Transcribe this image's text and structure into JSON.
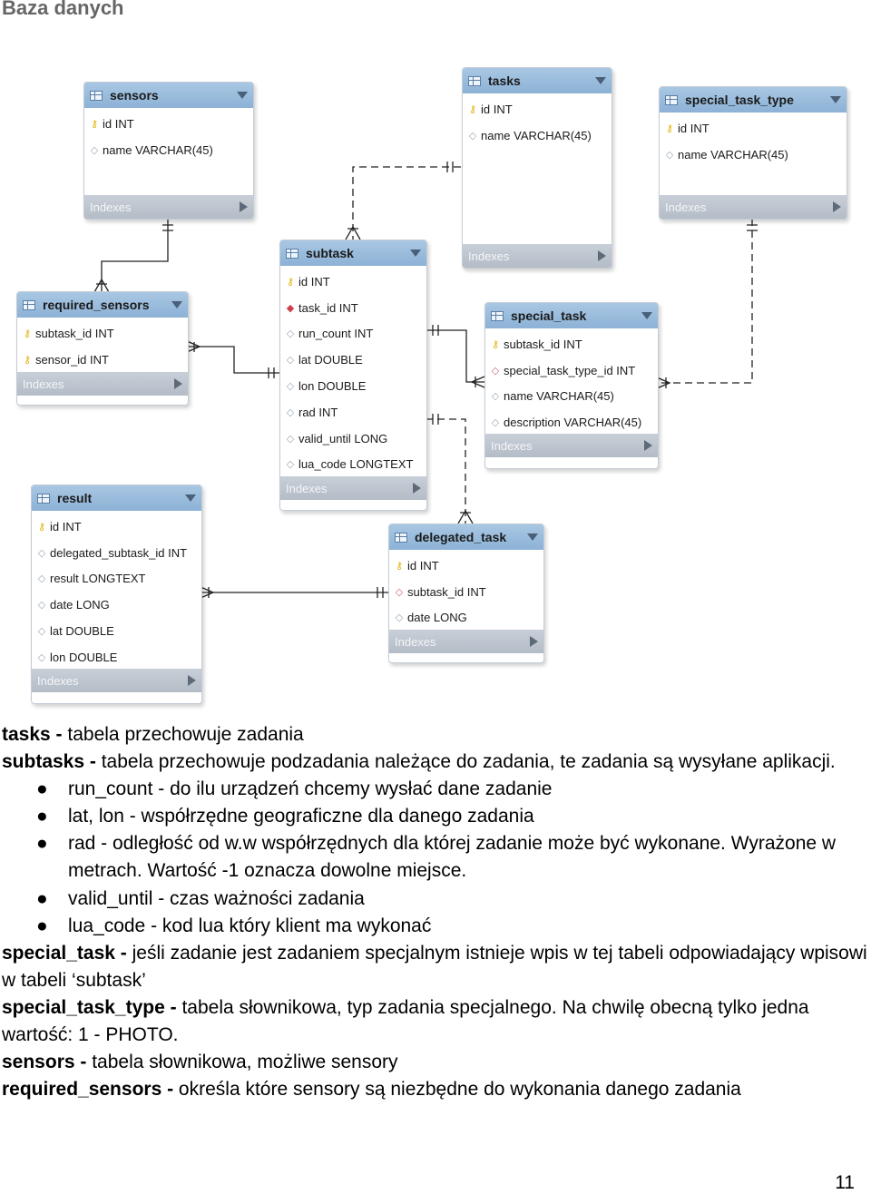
{
  "section_title": "Baza danych",
  "diagram": {
    "indexes_label": "Indexes",
    "tables": {
      "sensors": {
        "name": "sensors",
        "columns": [
          {
            "icon": "key-icon",
            "text": "id INT"
          },
          {
            "icon": "diamond-icon",
            "text": "name VARCHAR(45)"
          }
        ]
      },
      "tasks": {
        "name": "tasks",
        "columns": [
          {
            "icon": "key-icon",
            "text": "id INT"
          },
          {
            "icon": "diamond-icon",
            "text": "name VARCHAR(45)"
          }
        ]
      },
      "special_task_type": {
        "name": "special_task_type",
        "columns": [
          {
            "icon": "key-icon",
            "text": "id INT"
          },
          {
            "icon": "diamond-icon",
            "text": "name VARCHAR(45)"
          }
        ]
      },
      "required_sensors": {
        "name": "required_sensors",
        "columns": [
          {
            "icon": "key-icon",
            "text": "subtask_id INT"
          },
          {
            "icon": "key-icon",
            "text": "sensor_id INT"
          }
        ]
      },
      "subtask": {
        "name": "subtask",
        "columns": [
          {
            "icon": "key-icon",
            "text": "id INT"
          },
          {
            "icon": "fk-diamond-icon",
            "text": "task_id INT"
          },
          {
            "icon": "diamond-icon",
            "text": "run_count INT"
          },
          {
            "icon": "diamond-icon",
            "text": "lat DOUBLE"
          },
          {
            "icon": "diamond-icon",
            "text": "lon DOUBLE"
          },
          {
            "icon": "diamond-icon",
            "text": "rad INT"
          },
          {
            "icon": "diamond-icon",
            "text": "valid_until LONG"
          },
          {
            "icon": "diamond-icon",
            "text": "lua_code LONGTEXT"
          }
        ]
      },
      "special_task": {
        "name": "special_task",
        "columns": [
          {
            "icon": "key-icon",
            "text": "subtask_id INT"
          },
          {
            "icon": "fk-diamond-icon",
            "text": "special_task_type_id INT"
          },
          {
            "icon": "diamond-icon",
            "text": "name VARCHAR(45)"
          },
          {
            "icon": "diamond-icon",
            "text": "description VARCHAR(45)"
          }
        ]
      },
      "result": {
        "name": "result",
        "columns": [
          {
            "icon": "key-icon",
            "text": "id INT"
          },
          {
            "icon": "diamond-icon",
            "text": "delegated_subtask_id INT"
          },
          {
            "icon": "diamond-icon",
            "text": "result LONGTEXT"
          },
          {
            "icon": "diamond-icon",
            "text": "date LONG"
          },
          {
            "icon": "diamond-icon",
            "text": "lat DOUBLE"
          },
          {
            "icon": "diamond-icon",
            "text": "lon DOUBLE"
          }
        ]
      },
      "delegated_task": {
        "name": "delegated_task",
        "columns": [
          {
            "icon": "key-icon",
            "text": "id INT"
          },
          {
            "icon": "fk-diamond-icon",
            "text": "subtask_id INT"
          },
          {
            "icon": "diamond-icon",
            "text": "date LONG"
          }
        ]
      }
    }
  },
  "description": {
    "tasks": {
      "term": "tasks",
      "sep": " - ",
      "desc": "tabela przechowuje zadania"
    },
    "subtasks": {
      "term": "subtasks",
      "sep": " - ",
      "desc": "tabela przechowuje podzadania należące do zadania, te zadania są wysyłane aplikacji."
    },
    "subtask_fields": [
      "run_count - do ilu urządzeń chcemy wysłać dane zadanie",
      "lat, lon - współrzędne geograficzne dla danego zadania",
      "rad - odległość od w.w współrzędnych dla której zadanie może być wykonane. Wyrażone w metrach. Wartość -1 oznacza dowolne miejsce.",
      "valid_until - czas ważności zadania",
      "lua_code - kod lua który klient ma wykonać"
    ],
    "special_task": {
      "term": "special_task",
      "sep": " - ",
      "desc": "jeśli zadanie jest zadaniem specjalnym istnieje wpis w tej tabeli odpowiadający wpisowi w tabeli ‘subtask’"
    },
    "special_task_type": {
      "term": "special_task_type",
      "sep": " - ",
      "desc": "tabela słownikowa, typ zadania specjalnego. Na chwilę obecną tylko jedna wartość: 1 - PHOTO."
    },
    "sensors": {
      "term": "sensors",
      "sep": " - ",
      "desc": "tabela słownikowa, możliwe sensory"
    },
    "required_sensors": {
      "term": "required_sensors",
      "sep": " - ",
      "desc": "określa które sensory są niezbędne do wykonania danego zadania"
    }
  },
  "page_number": "11"
}
